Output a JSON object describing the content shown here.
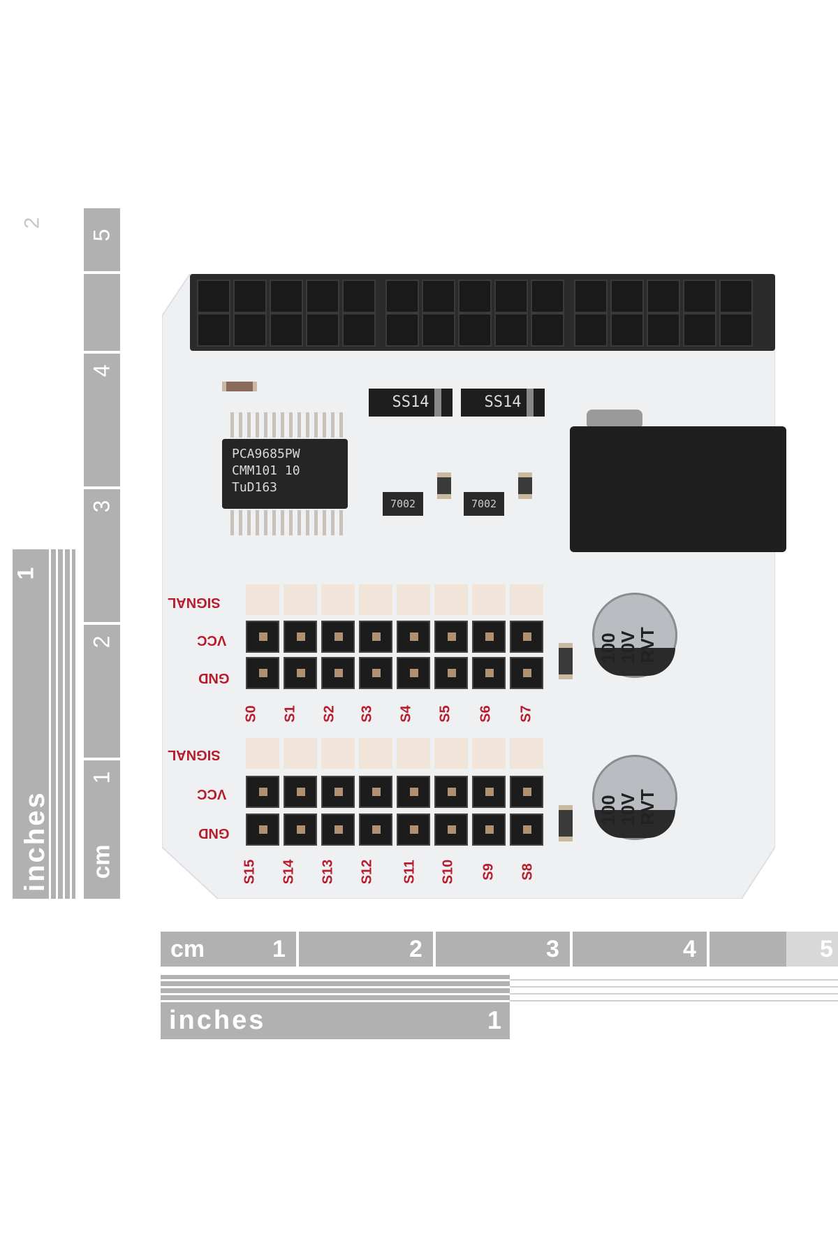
{
  "rulers": {
    "vertical_cm": {
      "unit": "cm",
      "ticks": [
        "5",
        "4",
        "3",
        "2",
        "1"
      ]
    },
    "vertical_inches": {
      "unit": "inches",
      "ticks": [
        "2",
        "1"
      ]
    },
    "horizontal_cm": {
      "unit": "cm",
      "ticks": [
        "1",
        "2",
        "3",
        "4",
        "5"
      ]
    },
    "horizontal_inches": {
      "unit": "inches",
      "ticks": [
        "1"
      ]
    }
  },
  "board": {
    "chip": {
      "line1": "PCA9685PW",
      "line2": "CMM101  10",
      "line3": "TuD163"
    },
    "diode_label": "SS14",
    "transistor_label": "7002",
    "capacitor": {
      "line1": "100",
      "line2": "10V",
      "line3": "RVT"
    },
    "row_labels": [
      "SIGNAL",
      "VCC",
      "GND"
    ],
    "top_channels": [
      "S0",
      "S1",
      "S2",
      "S3",
      "S4",
      "S5",
      "S6",
      "S7"
    ],
    "bottom_channels": [
      "S15",
      "S14",
      "S13",
      "S12",
      "S11",
      "S10",
      "S9",
      "S8"
    ]
  }
}
